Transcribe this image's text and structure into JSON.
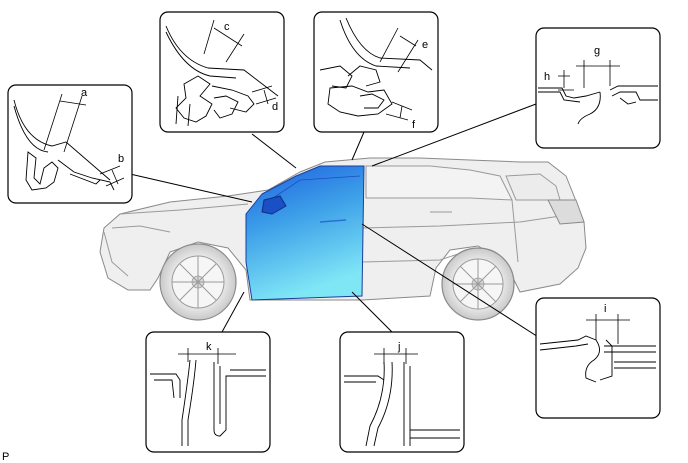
{
  "figure_code": "P",
  "labels": {
    "a": "a",
    "b": "b",
    "c": "c",
    "d": "d",
    "e": "e",
    "f": "f",
    "g": "g",
    "h": "h",
    "i": "i",
    "j": "j",
    "k": "k"
  },
  "colors": {
    "door_dark": "#1f5fe0",
    "door_light": "#5fd8f2",
    "body_gray": "#e9e9e9",
    "outline": "#000000"
  }
}
